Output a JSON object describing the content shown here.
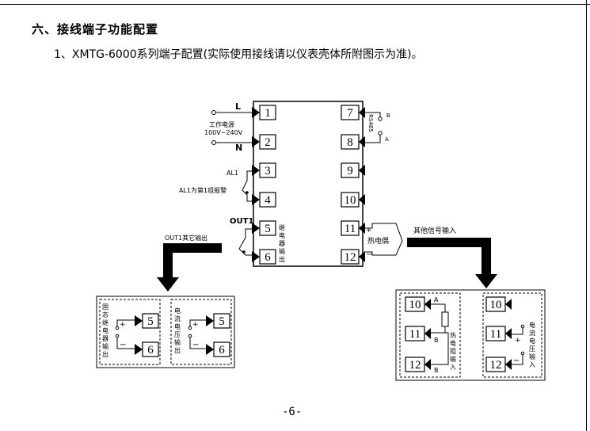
{
  "heading": "六、接线端子功能配置",
  "subline": "1、XMTG-6000系列端子配置(实际使用接线请以仪表壳体所附图示为准)。",
  "page_number": "-6-",
  "terminals_left": [
    "1",
    "2",
    "3",
    "4",
    "5",
    "6"
  ],
  "terminals_right": [
    "7",
    "8",
    "9",
    "10",
    "11",
    "12"
  ],
  "power": {
    "line": "L",
    "neutral": "N",
    "label_1": "工作电源",
    "label_2": "100V~240V"
  },
  "alarm": {
    "name": "AL1",
    "desc": "AL1为第1组报警"
  },
  "relay": {
    "name": "OUT1",
    "chars": [
      "继",
      "电",
      "器",
      "输",
      "出"
    ]
  },
  "rs485": {
    "label": "RS485",
    "b": "B",
    "a": "A"
  },
  "thermocouple": {
    "label": "热电偶",
    "plus": "+",
    "minus": "−"
  },
  "out1_other": "OUT1其它输出",
  "other_input": "其他信号输入",
  "box_left": {
    "terms": [
      "5",
      "6"
    ],
    "ssr_chars": [
      "固",
      "态",
      "继",
      "电",
      "器",
      "输",
      "出"
    ],
    "cur_chars": [
      "电",
      "流",
      "电",
      "压",
      "输",
      "出"
    ],
    "plus": "+",
    "minus": "−"
  },
  "box_right": {
    "terms": [
      "10",
      "11",
      "12"
    ],
    "rtd_a": "A",
    "rtd_b1": "B",
    "rtd_b2": "B",
    "rtd_chars": [
      "热",
      "电",
      "阻",
      "输",
      "入"
    ],
    "cur_chars": [
      "电",
      "流",
      "电",
      "压",
      "输",
      "入"
    ],
    "plus": "+",
    "minus": "−"
  }
}
